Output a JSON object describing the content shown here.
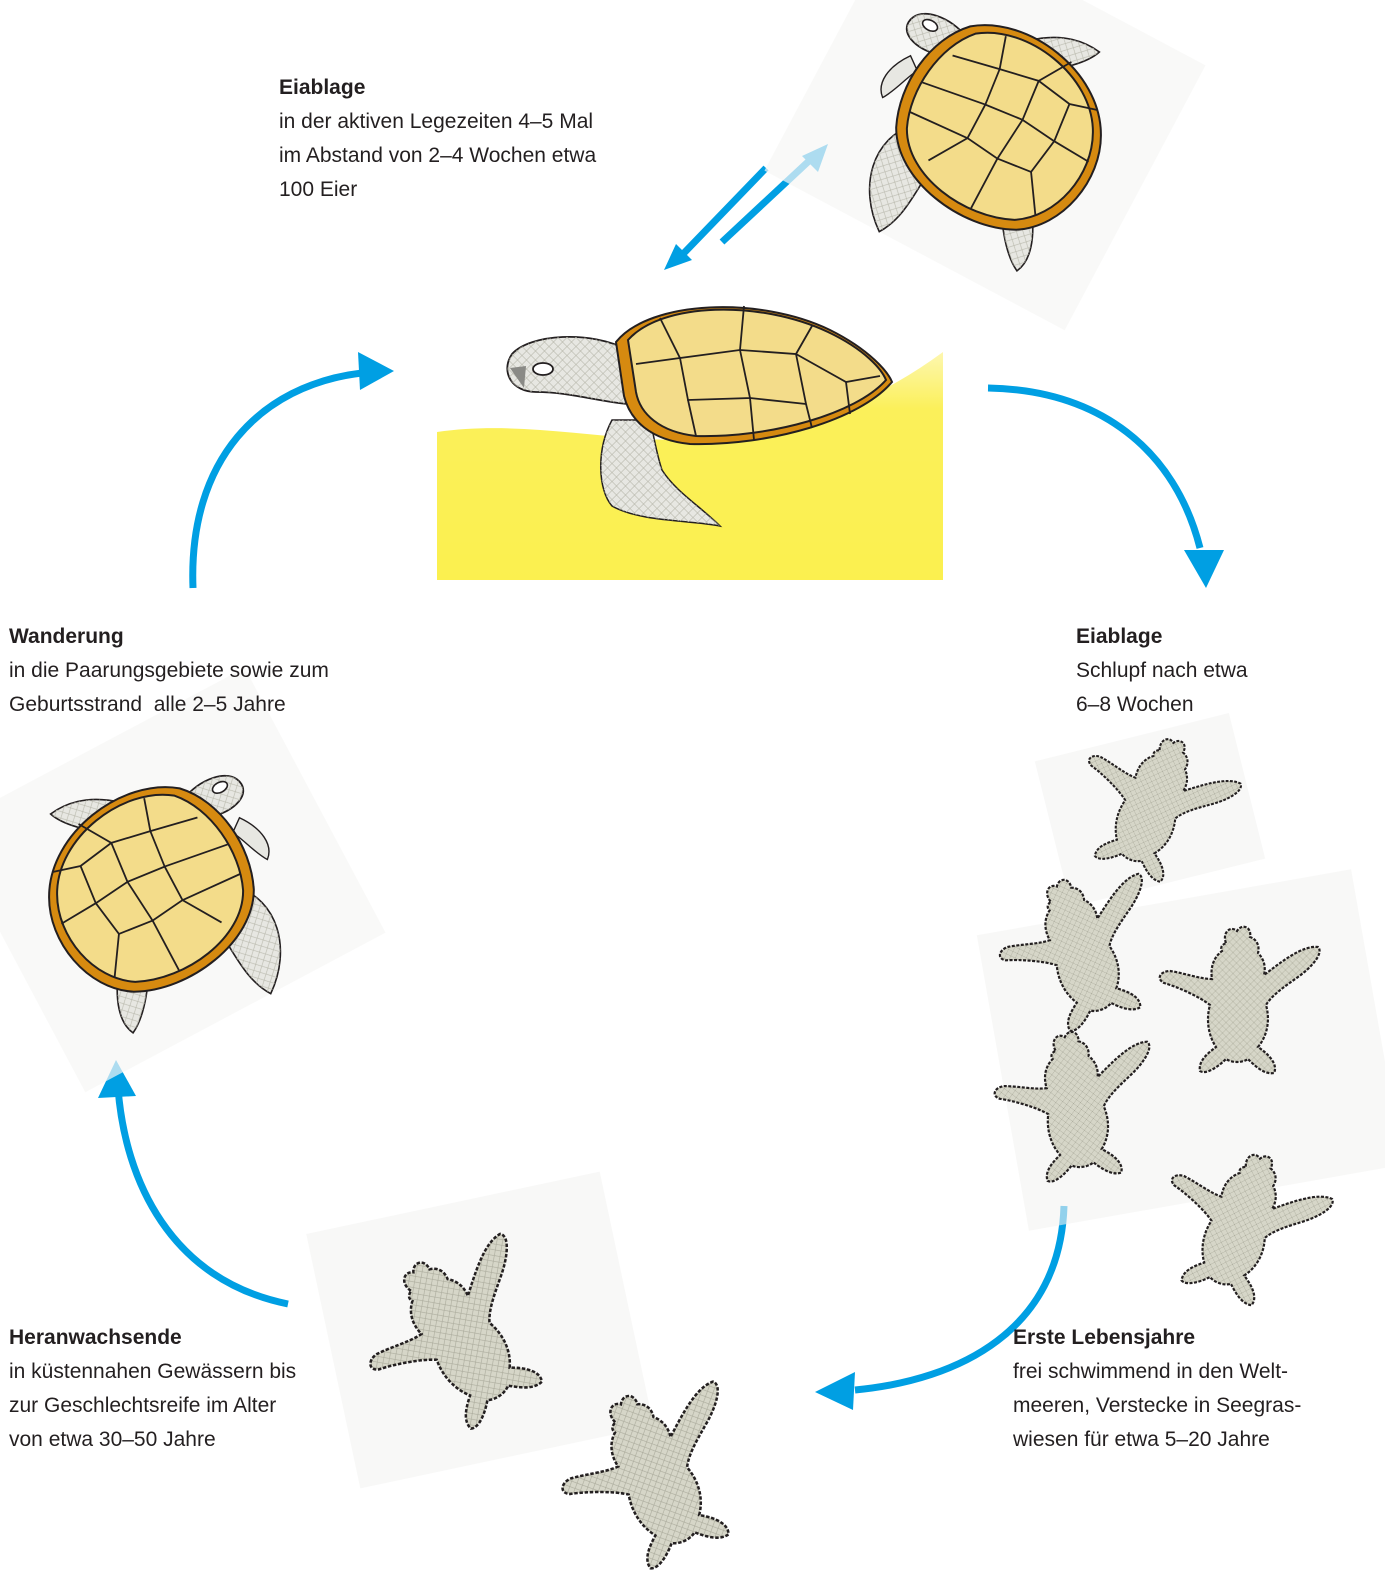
{
  "colors": {
    "arrow": "#009fe3",
    "sand": "#fbf04f",
    "shell": "#f3dc8a",
    "shell_rim": "#d68a10",
    "skin": "#e7e7e2",
    "hatchling": "#d6d6c8",
    "outline": "#231f20"
  },
  "icons": [
    "sea-turtle-icon",
    "nesting-turtle-icon",
    "hatchling-icon",
    "juvenile-turtle-icon",
    "arrow-icon"
  ],
  "stages": {
    "eiablage_top": {
      "title": "Eiablage",
      "lines": [
        "in der aktiven Legezeiten 4–5 Mal",
        "im Abstand von 2–4 Wochen etwa",
        "100 Eier"
      ]
    },
    "eiablage_right": {
      "title": "Eiablage",
      "lines": [
        "Schlupf nach etwa",
        "6–8 Wochen"
      ]
    },
    "wanderung": {
      "title": "Wanderung",
      "lines": [
        "in die Paarungsgebiete sowie zum",
        "Geburtsstrand  alle 2–5 Jahre"
      ]
    },
    "heranwachsende": {
      "title": "Heranwachsende",
      "lines": [
        "in küstennahen Gewässern bis",
        "zur Geschlechtsreife im Alter",
        "von etwa 30–50 Jahre"
      ]
    },
    "erste_lebensjahre": {
      "title": "Erste Lebensjahre",
      "lines": [
        "frei schwimmend in den Welt-",
        "meeren, Verstecke in Seegras-",
        "wiesen für etwa 5–20 Jahre"
      ]
    }
  }
}
